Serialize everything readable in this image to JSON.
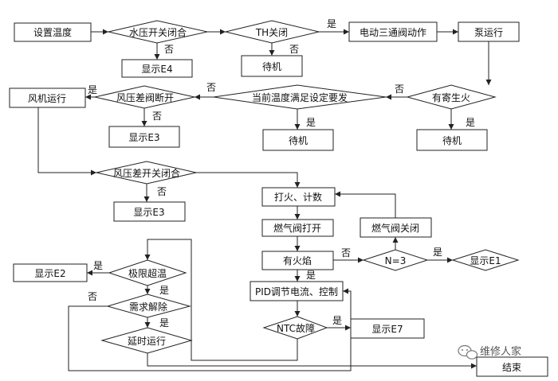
{
  "nodes": {
    "set_temp": "设置温度",
    "water_switch": "水压开关闭合",
    "th_closed": "TH关闭",
    "three_way_valve": "电动三通阀动作",
    "pump_run": "泵运行",
    "show_e4": "显示E4",
    "standby_1": "待机",
    "fan_run": "风机运行",
    "pressure_valve_open": "风压差阀断开",
    "temp_demand": "当前温度满足设定要发",
    "residual_fire": "有寄生火",
    "show_e3_a": "显示E3",
    "standby_2": "待机",
    "standby_3": "待机",
    "pressure_switch_closed": "风压差开关闭合",
    "ignite_count": "打火、计数",
    "show_e3_b": "显示E3",
    "gas_valve_open": "燃气阀打开",
    "gas_valve_close": "燃气阀关闭",
    "has_flame": "有火焰",
    "n_eq_3": "N=3",
    "show_e1": "显示E1",
    "over_temp": "极限超温",
    "show_e2": "显示E2",
    "pid_control": "PID调节电流、控制",
    "demand_release": "需求解除",
    "ntc_fault": "NTC故障",
    "show_e7": "显示E7",
    "delay_run": "延时运行",
    "end": "结束"
  },
  "edge_labels": {
    "yes": "是",
    "no": "否"
  },
  "watermark": "维修人家"
}
